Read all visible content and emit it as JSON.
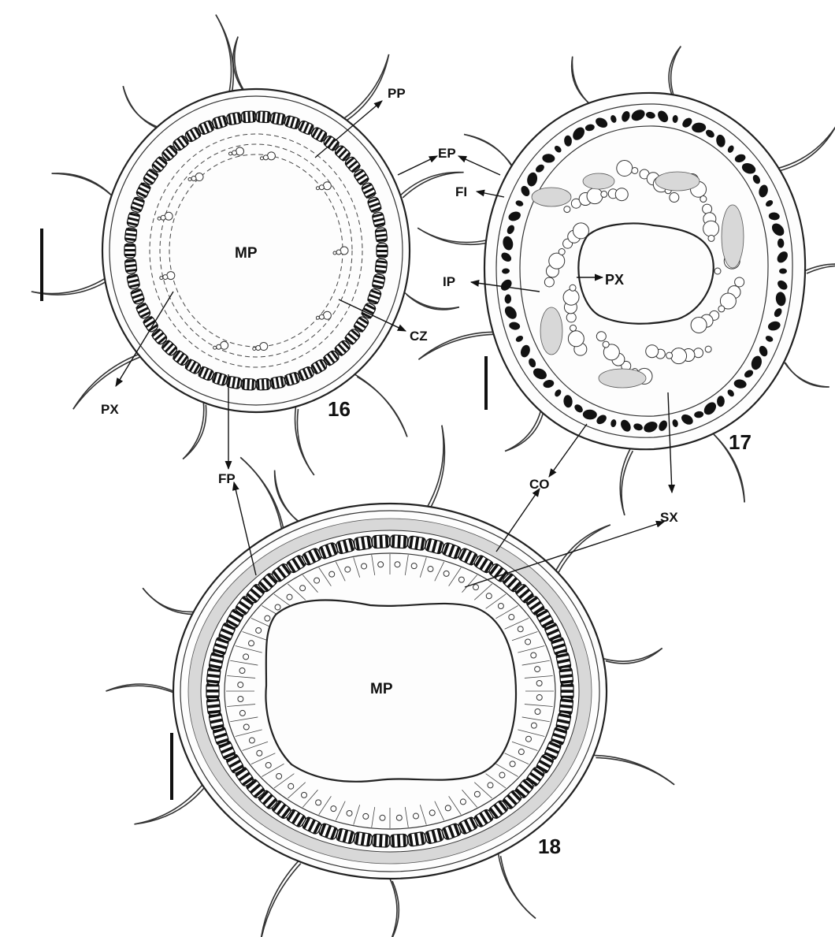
{
  "figures": [
    {
      "number": "16"
    },
    {
      "number": "17"
    },
    {
      "number": "18"
    }
  ],
  "labels": {
    "pp": "PP",
    "ep": "EP",
    "fi": "FI",
    "mp16": "MP",
    "ip": "IP",
    "px17": "PX",
    "cz": "CZ",
    "px16": "PX",
    "fp": "FP",
    "co": "CO",
    "sx": "SX",
    "mp18": "MP"
  }
}
